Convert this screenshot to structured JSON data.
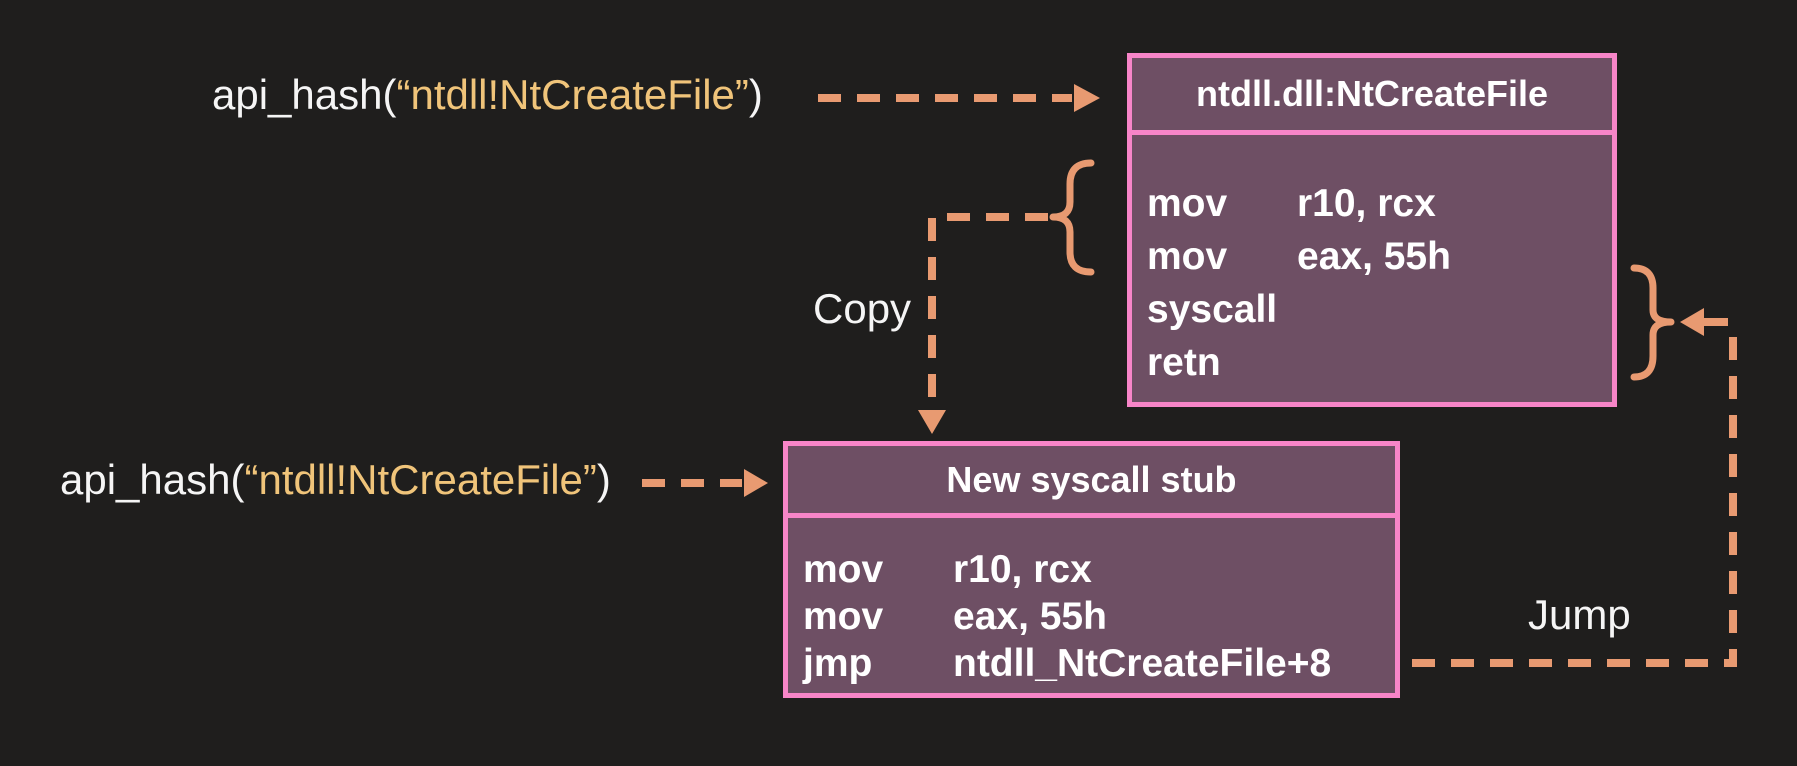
{
  "colors": {
    "background": "#1f1e1d",
    "box_fill": "#6e4f64",
    "box_border": "#f785c8",
    "arrow": "#e89a71",
    "hash_string": "#f0c47a",
    "text": "#f5f5f5"
  },
  "labels": {
    "api_hash_top": {
      "prefix": "api_hash(",
      "string": "“ntdll!NtCreateFile”",
      "suffix": ")"
    },
    "api_hash_bottom": {
      "prefix": "api_hash(",
      "string": "“ntdll!NtCreateFile”",
      "suffix": ")"
    },
    "copy": "Copy",
    "jump": "Jump"
  },
  "boxes": {
    "ntdll": {
      "title": "ntdll.dll:NtCreateFile",
      "instructions": [
        {
          "mnemonic": "mov",
          "operands": "r10, rcx"
        },
        {
          "mnemonic": "mov",
          "operands": "eax, 55h"
        },
        {
          "mnemonic": "syscall",
          "operands": ""
        },
        {
          "mnemonic": "retn",
          "operands": ""
        }
      ]
    },
    "stub": {
      "title": "New syscall stub",
      "instructions": [
        {
          "mnemonic": "mov",
          "operands": "r10, rcx"
        },
        {
          "mnemonic": "mov",
          "operands": "eax, 55h"
        },
        {
          "mnemonic": "jmp",
          "operands": "ntdll_NtCreateFile+8"
        }
      ]
    }
  }
}
